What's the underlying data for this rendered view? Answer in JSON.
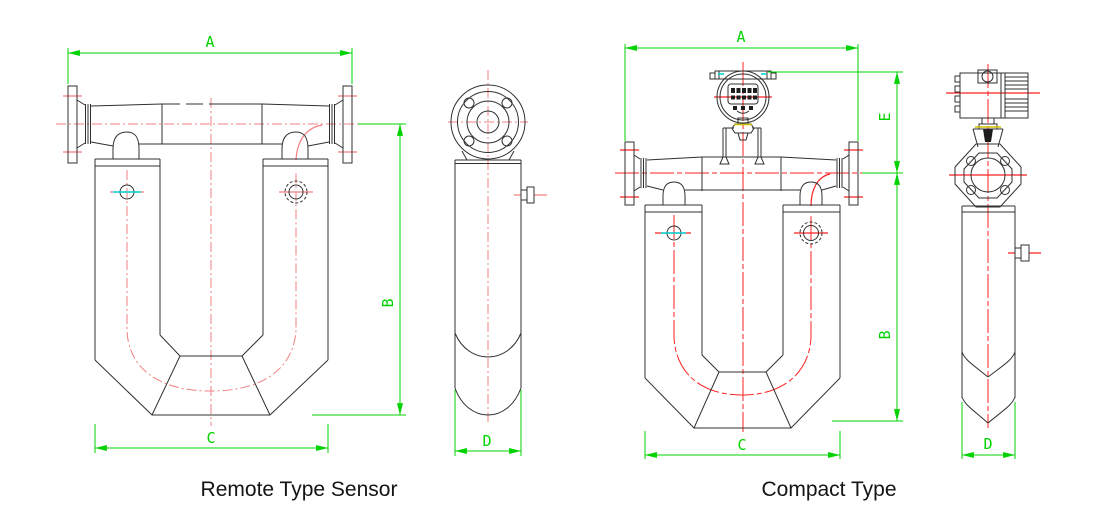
{
  "captions": {
    "remote": "Remote Type Sensor",
    "compact": "Compact Type"
  },
  "dimensions": {
    "a": "A",
    "b": "B",
    "c": "C",
    "d": "D",
    "e": "E"
  },
  "colors": {
    "outline": "#303030",
    "dimension_green": "#00d300",
    "centerline_remote_salmon": "#f28080",
    "centerline_compact_red": "#fb2323",
    "sensor_mark_cyan": "#00d8d8",
    "accent_yellow": "#cdbf00",
    "background": "#ffffff"
  },
  "views": {
    "remote_front": {
      "name": "Remote type sensor front view",
      "labels": [
        "A",
        "B",
        "C"
      ]
    },
    "remote_side": {
      "name": "Remote type sensor side view",
      "labels": [
        "D"
      ]
    },
    "compact_front": {
      "name": "Compact type front view",
      "labels": [
        "A",
        "E",
        "B",
        "C"
      ]
    },
    "compact_side": {
      "name": "Compact type side view",
      "labels": [
        "D"
      ]
    }
  }
}
